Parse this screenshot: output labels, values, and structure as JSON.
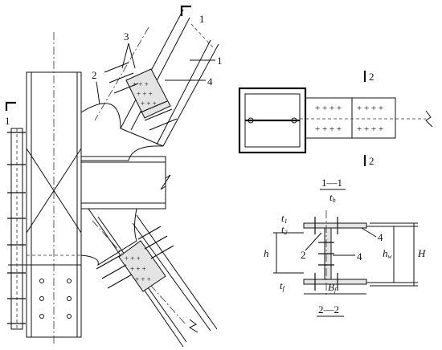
{
  "labels": {
    "callout_1_top": "1",
    "callout_1_left": "1",
    "callout_1_brace": "1",
    "callout_2": "2",
    "callout_3": "3",
    "callout_4": "4",
    "section_2_top": "2",
    "section_2_bottom": "2",
    "section_11_title": "1—1",
    "section_22_title": "2—2",
    "s22_2": "2",
    "s22_4a": "4",
    "s22_4b": "4"
  },
  "dims": {
    "t1": "t",
    "t1_sub": "1",
    "t2": "t",
    "t2_sub": "2",
    "tb": "t",
    "tb_sub": "b",
    "tf": "t",
    "tf_sub": "f",
    "h": "h",
    "hw": "h",
    "hw_sub": "w",
    "H": "H",
    "Bf": "B",
    "Bf_sub": "f"
  }
}
